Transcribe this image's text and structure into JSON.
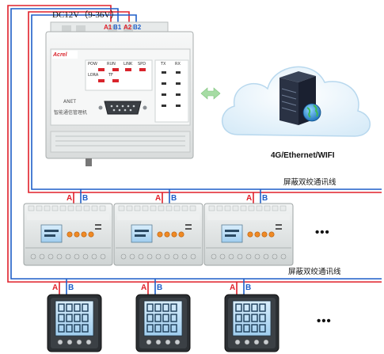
{
  "power_label": "DC12V（9-36V）",
  "terminals": {
    "a1": "A1",
    "b1": "B1",
    "a2": "A2",
    "b2": "B2"
  },
  "gateway": {
    "brand": "Acrel",
    "model": "ANET",
    "name": "智能通信管理机",
    "leds": [
      "POW",
      "RUN",
      "LINK",
      "SPD",
      "LORA",
      "TF"
    ],
    "port_leds": [
      "TX",
      "RX"
    ]
  },
  "network_label": "4G/Ethernet/WIFI",
  "bus_labels": {
    "upper": "屏蔽双绞通讯线",
    "lower": "屏蔽双绞通讯线"
  },
  "bus_terminals": {
    "a": "A",
    "b": "B"
  },
  "more": "•••",
  "colors": {
    "line_a": "#e0202a",
    "line_b": "#1f5fc8",
    "cloud": "#e3f1fa",
    "cloud_edge": "#b8d8ee",
    "server": "#1c2433",
    "arrow": "#a6dca4"
  },
  "icons": [
    "cloud-icon",
    "server-icon",
    "globe-icon",
    "double-arrow-icon"
  ]
}
